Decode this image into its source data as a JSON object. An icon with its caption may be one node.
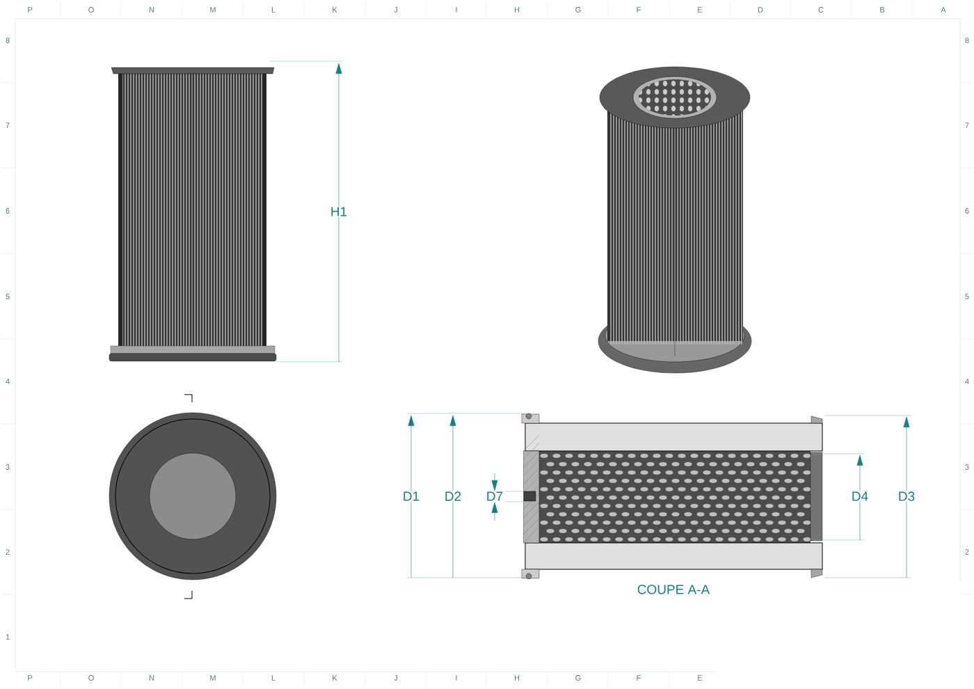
{
  "diagram": {
    "labels": [
      "P",
      "O",
      "N",
      "M",
      "L",
      "K",
      "J",
      "I",
      "H",
      "G",
      "F",
      "E",
      "D",
      "C",
      "B",
      "A",
      "8",
      "7",
      "6",
      "5",
      "4",
      "3",
      "2",
      "1",
      "8",
      "7",
      "6",
      "5",
      "4",
      "3",
      "2",
      "H1",
      "D1",
      "D2",
      "D7",
      "D4",
      "D3",
      "COUPE A-A",
      "P",
      "O",
      "N",
      "M",
      "L",
      "K",
      "J",
      "I",
      "H",
      "G",
      "F",
      "E"
    ]
  }
}
